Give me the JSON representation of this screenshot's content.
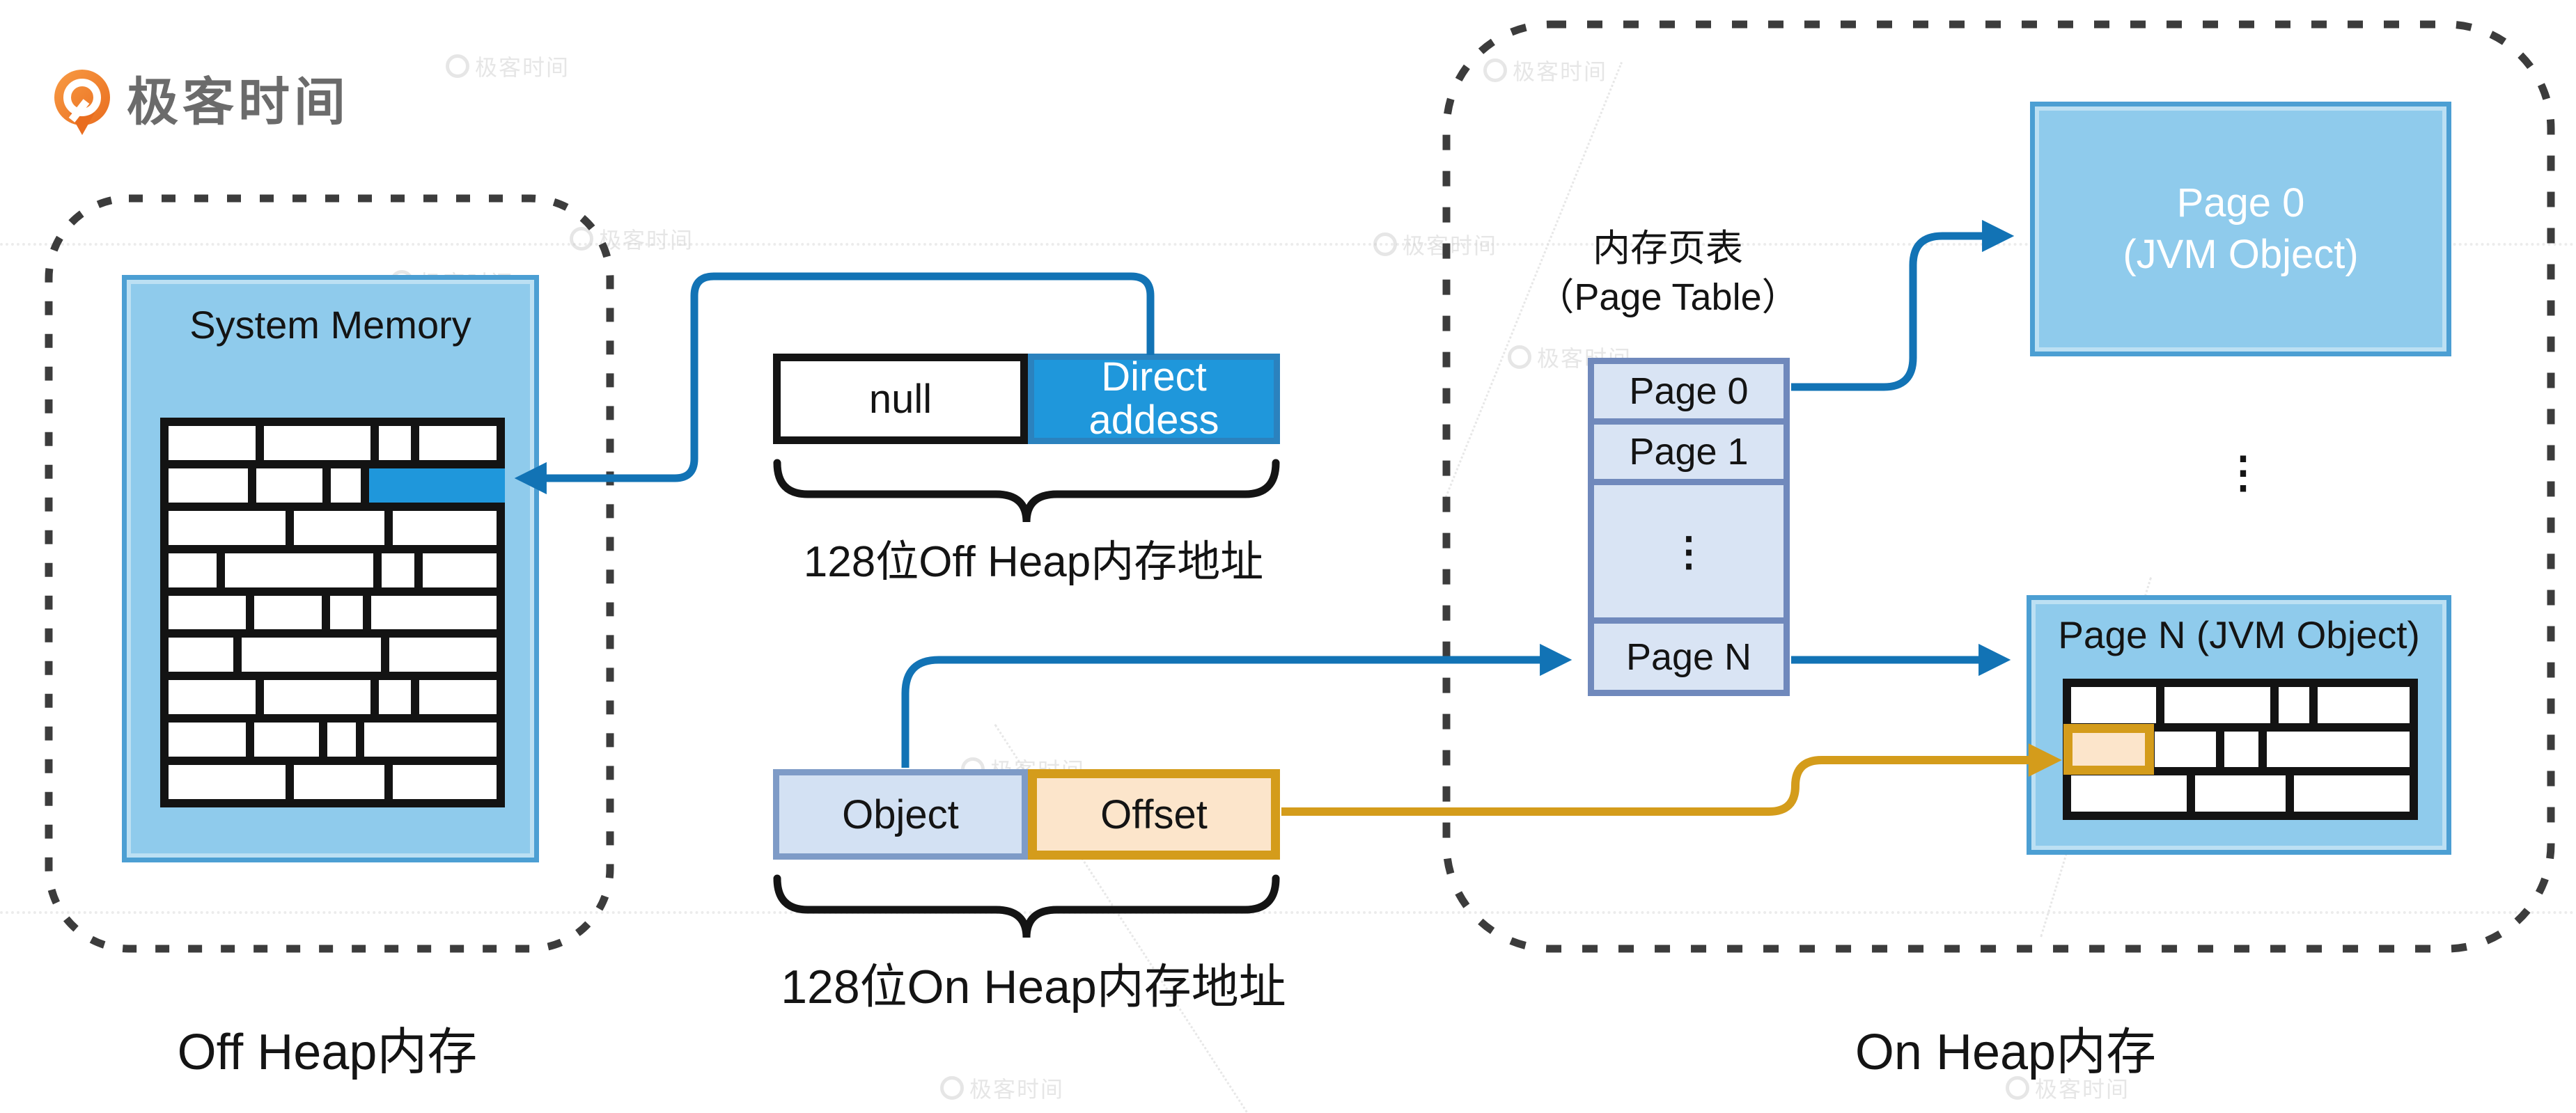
{
  "logo": {
    "text": "极客时间"
  },
  "watermark": {
    "text": "极客时间"
  },
  "off_heap": {
    "label": "Off Heap内存",
    "system_memory": {
      "title": "System Memory",
      "brick_rows": [
        [
          {
            "w": 27
          },
          {
            "w": 33
          },
          {
            "w": 10
          },
          {
            "w": 24
          }
        ],
        [
          {
            "w": 24
          },
          {
            "w": 20
          },
          {
            "w": 9
          },
          {
            "w": 41,
            "hl": true
          }
        ],
        [
          {
            "w": 36
          },
          {
            "w": 28
          },
          {
            "w": 32
          }
        ],
        [
          {
            "w": 15
          },
          {
            "w": 46
          },
          {
            "w": 10
          },
          {
            "w": 23
          }
        ],
        [
          {
            "w": 24
          },
          {
            "w": 21
          },
          {
            "w": 10
          },
          {
            "w": 39
          }
        ],
        [
          {
            "w": 20
          },
          {
            "w": 43
          },
          {
            "w": 33
          }
        ],
        [
          {
            "w": 27
          },
          {
            "w": 33
          },
          {
            "w": 10
          },
          {
            "w": 24
          }
        ],
        [
          {
            "w": 24
          },
          {
            "w": 20
          },
          {
            "w": 9
          },
          {
            "w": 41
          }
        ],
        [
          {
            "w": 36
          },
          {
            "w": 28
          },
          {
            "w": 32
          }
        ]
      ]
    }
  },
  "off_heap_address": {
    "null_label": "null",
    "direct_line1": "Direct",
    "direct_line2": "addess",
    "caption": "128位Off Heap内存地址"
  },
  "on_heap_address": {
    "object_label": "Object",
    "offset_label": "Offset",
    "caption": "128位On Heap内存地址"
  },
  "on_heap": {
    "label": "On Heap内存",
    "page_table": {
      "title_line1": "内存页表",
      "title_line2": "（Page Table）",
      "rows": [
        "Page 0",
        "Page 1",
        "⋮",
        "Page N"
      ]
    },
    "page0_box": {
      "line1": "Page 0",
      "line2": "(JVM Object)"
    },
    "between_ellipsis": "⋮",
    "pageN_box": {
      "title": "Page N (JVM Object)",
      "brick_rows": [
        [
          {
            "w": 25
          },
          {
            "w": 31
          },
          {
            "w": 9
          },
          {
            "w": 27
          }
        ],
        [
          {
            "w": 22,
            "hl": true
          },
          {
            "w": 18
          },
          {
            "w": 10
          },
          {
            "w": 42
          }
        ],
        [
          {
            "w": 33
          },
          {
            "w": 26
          },
          {
            "w": 33
          }
        ]
      ]
    }
  },
  "colors": {
    "arrow_blue": "#1273b5",
    "arrow_gold": "#d49c1b",
    "bright_blue": "#1f97db",
    "sky_blue": "#8fcbec",
    "sky_border": "#4c9fd3",
    "table_fill": "#d9e4f4",
    "table_border": "#7089bc",
    "object_fill": "#d3e1f3",
    "object_border": "#7e9bc7",
    "offset_fill": "#fce5cb",
    "offset_border": "#d49c1b",
    "dotted_border": "#3c3c3c"
  }
}
